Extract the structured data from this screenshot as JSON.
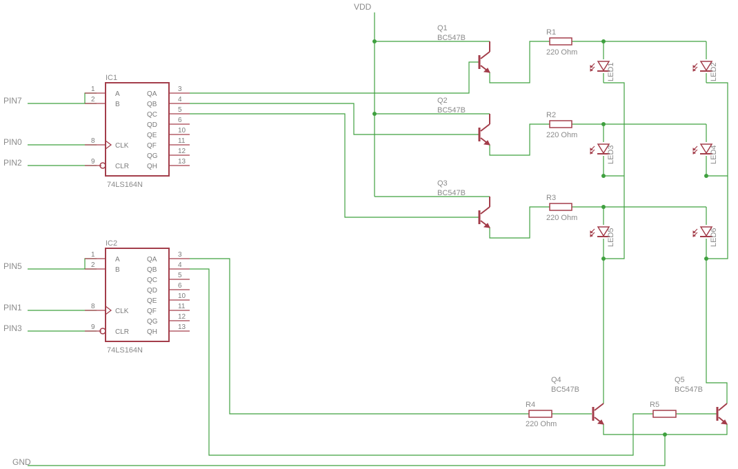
{
  "nets": {
    "vdd": "VDD",
    "gnd": "GND",
    "inputs": [
      "PIN7",
      "PIN0",
      "PIN2",
      "PIN5",
      "PIN1",
      "PIN3"
    ]
  },
  "ics": [
    {
      "name": "IC1",
      "value": "74LS164N",
      "left_pins": [
        "1",
        "2",
        "8",
        "9"
      ],
      "inside_left": [
        "A",
        "B",
        "CLK",
        "CLR"
      ],
      "inside_right": [
        "QA",
        "QB",
        "QC",
        "QD",
        "QE",
        "QF",
        "QG",
        "QH"
      ],
      "right_pins": [
        "3",
        "4",
        "5",
        "6",
        "10",
        "11",
        "12",
        "13"
      ]
    },
    {
      "name": "IC2",
      "value": "74LS164N",
      "left_pins": [
        "1",
        "2",
        "8",
        "9"
      ],
      "inside_left": [
        "A",
        "B",
        "CLK",
        "CLR"
      ],
      "inside_right": [
        "QA",
        "QB",
        "QC",
        "QD",
        "QE",
        "QF",
        "QG",
        "QH"
      ],
      "right_pins": [
        "3",
        "4",
        "5",
        "6",
        "10",
        "11",
        "12",
        "13"
      ]
    }
  ],
  "transistors": [
    {
      "name": "Q1",
      "value": "BC547B"
    },
    {
      "name": "Q2",
      "value": "BC547B"
    },
    {
      "name": "Q3",
      "value": "BC547B"
    },
    {
      "name": "Q4",
      "value": "BC547B"
    },
    {
      "name": "Q5",
      "value": "BC547B"
    }
  ],
  "resistors": [
    {
      "name": "R1",
      "value": "220 Ohm"
    },
    {
      "name": "R2",
      "value": "220 Ohm"
    },
    {
      "name": "R3",
      "value": "220 Ohm"
    },
    {
      "name": "R4",
      "value": "220 Ohm"
    },
    {
      "name": "R5",
      "value": ""
    }
  ],
  "leds": [
    "LED1",
    "LED2",
    "LED3",
    "LED4",
    "LED5",
    "LED6"
  ],
  "colors": {
    "wire": "#3fa03f",
    "component": "#a33d4a",
    "label": "#8a8a8a",
    "background": "#ffffff"
  }
}
